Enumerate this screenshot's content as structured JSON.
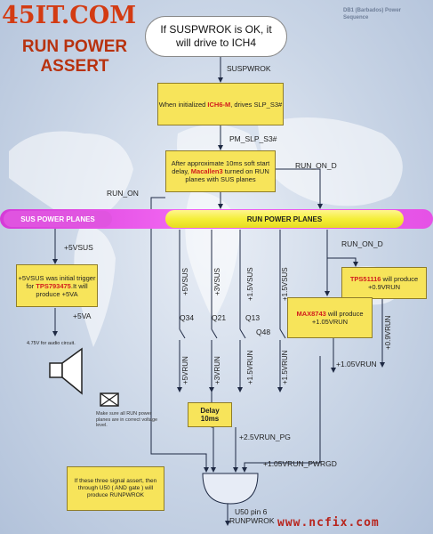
{
  "logo": "45IT.COM",
  "header": {
    "title_line1": "RUN POWER",
    "title_line2": "ASSERT",
    "subtitle": "DB1 (Barbados) Power Sequence"
  },
  "bubble_text": "If SUSPWROK is OK, it will drive to ICH4",
  "box1": {
    "pre": "When initialized ",
    "highlight": "ICH6-M",
    "post": ", drives SLP_S3#"
  },
  "box2": {
    "pre": "After approximate 10ms soft start delay, ",
    "highlight": "Macallen3",
    "post": " turned on RUN planes with SUS planes"
  },
  "box_tps1": {
    "pre": "+5VSUS was initial trigger for ",
    "highlight": "TPS793475",
    "post": ".It will produce +5VA"
  },
  "box_tps2": {
    "highlight": "TPS51116",
    "post": " will produce +0.9VRUN"
  },
  "box_max": {
    "highlight": "MAX8743",
    "post": " will produce +1.05VRUN"
  },
  "box_delay": {
    "line1": "Delay",
    "line2": "10ms"
  },
  "box_and": "If these three signal assert, then through U50 ( AND gate ) will produce RUNPWROK",
  "planes": {
    "sus": "SUS POWER PLANES",
    "run": "RUN POWER PLANES"
  },
  "signals": {
    "suspwrok": "SUSPWROK",
    "pm_slp": "PM_SLP_S3#",
    "run_on_d": "RUN_ON_D",
    "run_on": "RUN_ON",
    "run_on_d2": "RUN_ON_D",
    "p5vsus": "+5VSUS",
    "p5va": "+5VA",
    "audio": "4.75V for audio circuit.",
    "p25": "+2.5VRUN_PG",
    "p105pg": "+1.05VRUN_PWRGD",
    "p105": "+1.05VRUN",
    "u50": "U50 pin 6",
    "runpwrok": "RUNPWROK"
  },
  "vertical": {
    "v5sus": "+5VSUS",
    "v3sus": "+3VSUS",
    "v15sus_a": "+1.5VSUS",
    "v15sus_b": "+1.5VSUS",
    "v5run": "+5VRUN",
    "v3run": "+3VRUN",
    "v15run_a": "+1.5VRUN",
    "v15run_b": "+1.5VRUN",
    "v09run": "+0.9VRUN"
  },
  "q": {
    "q34": "Q34",
    "q21": "Q21",
    "q13": "Q13",
    "q48": "Q48"
  },
  "note": "Make sure all RUN power planes are in correct voltage level.",
  "footer": "www.ncfix.com",
  "colors": {
    "accent": "#d33b13",
    "box": "#f7e45a",
    "plane": "#f4ef3a",
    "wire": "#5b73b5"
  }
}
